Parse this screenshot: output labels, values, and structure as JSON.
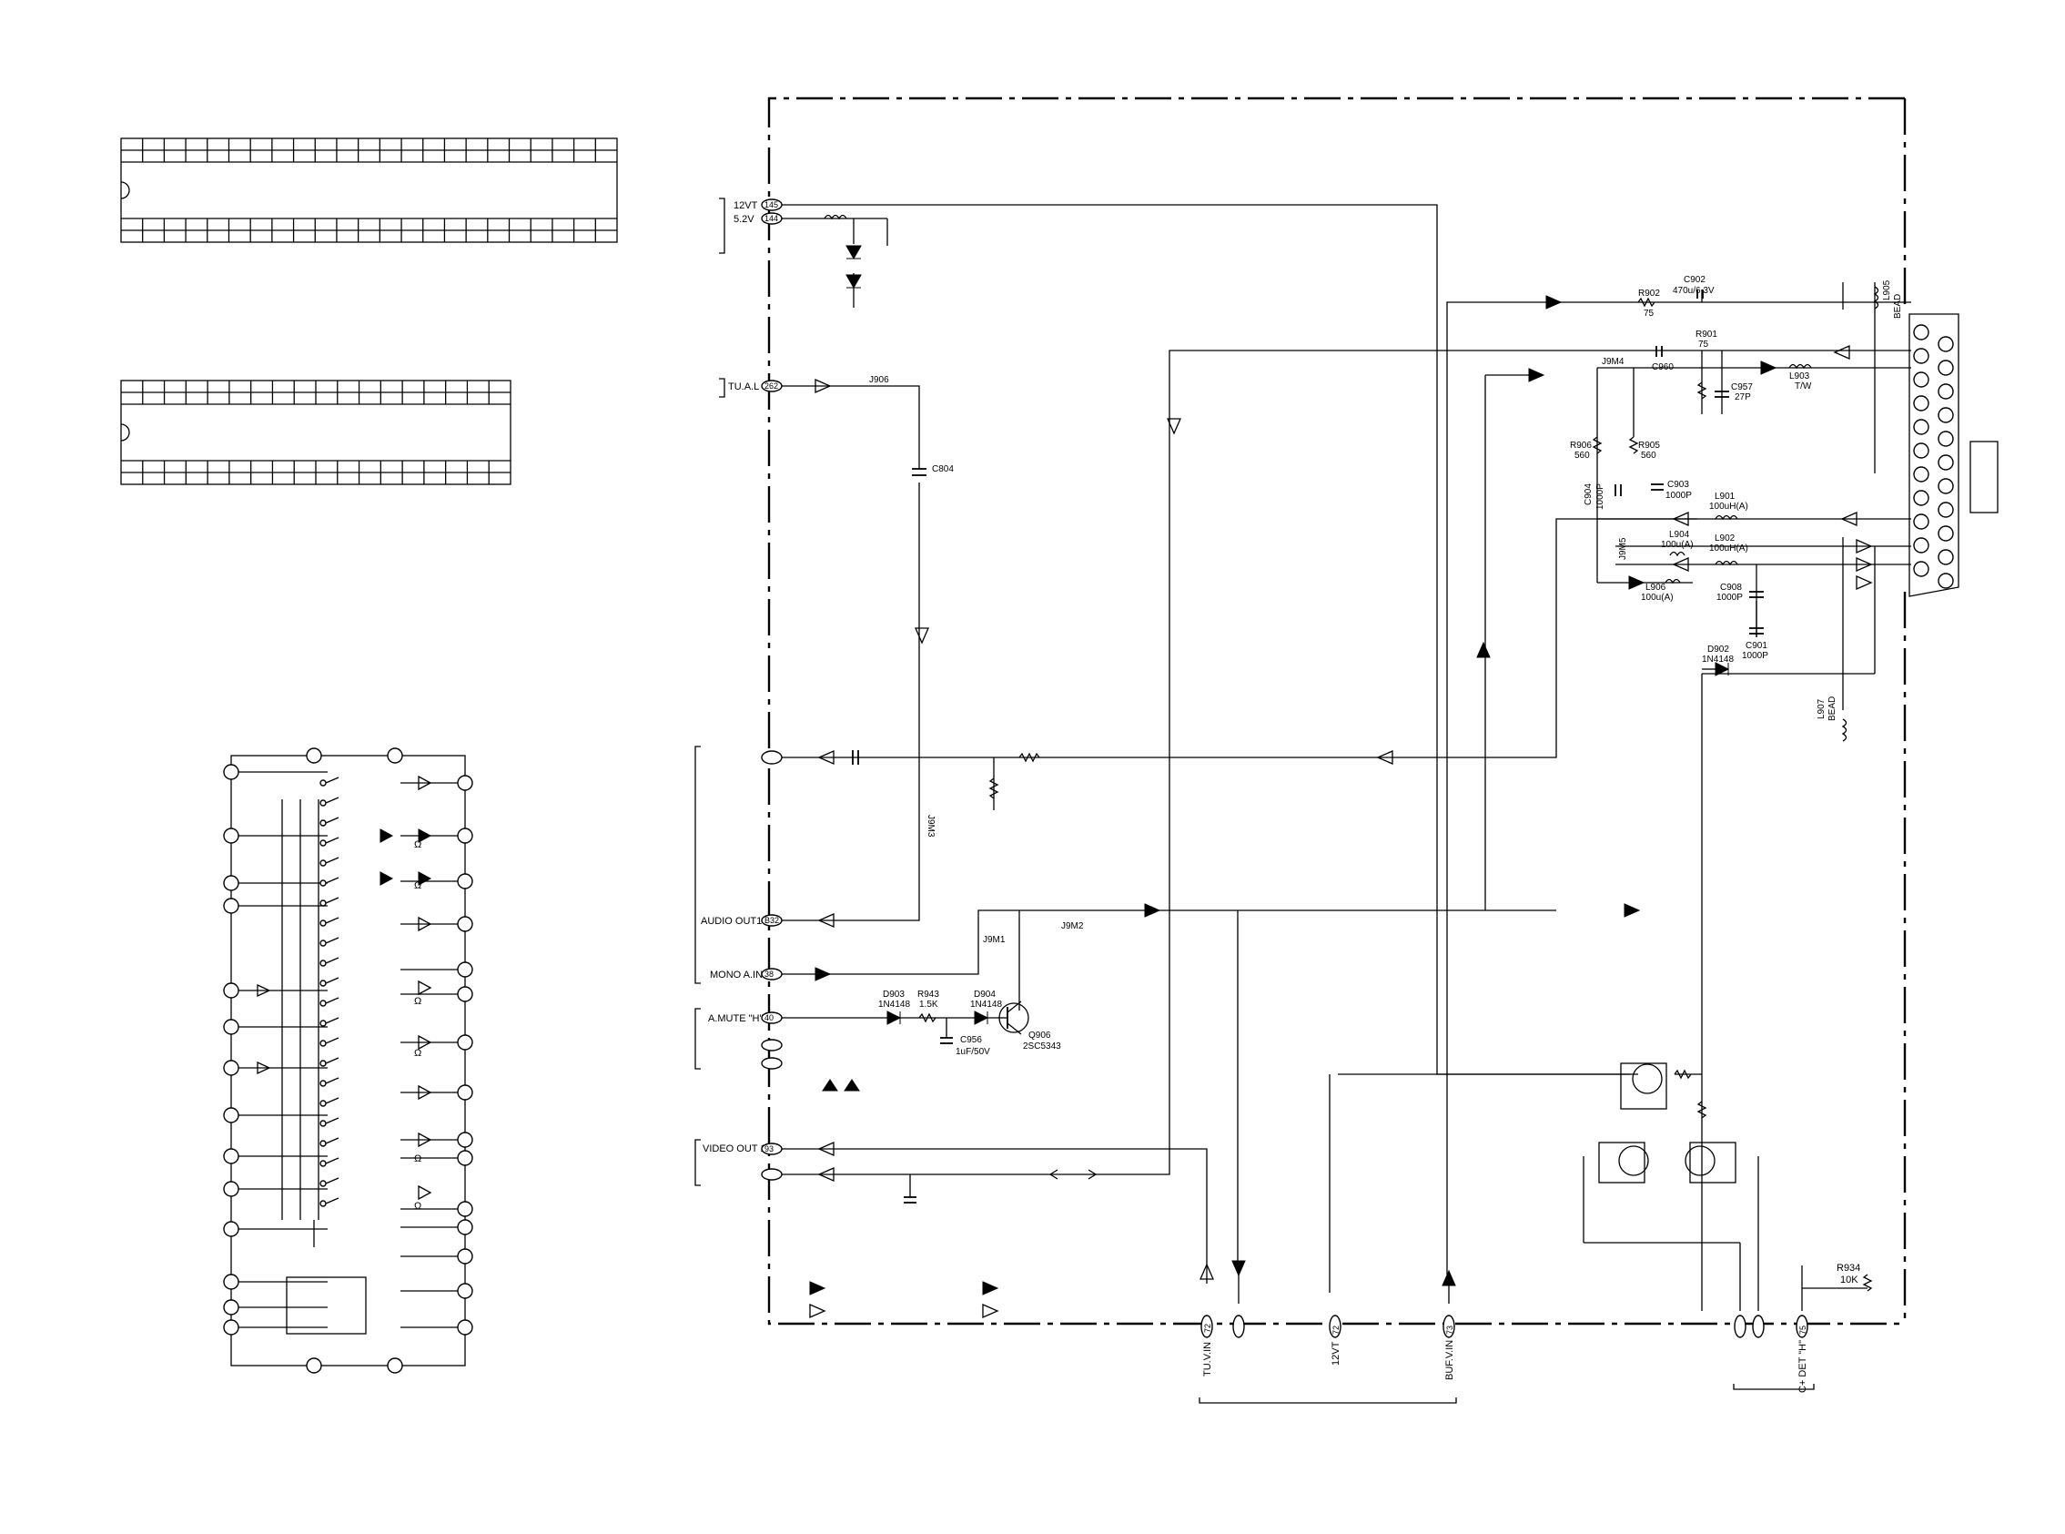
{
  "colors": {
    "ink": "#000000",
    "background": "#ffffff"
  },
  "left_connector_labels": {
    "12vt": "12VT",
    "12vt_pin": "145",
    "5v2": "5.2V",
    "5v2_pin": "144",
    "tu_al": "TU.A.L",
    "tu_al_pin": "262",
    "audio_out1": "AUDIO OUT1",
    "audio_out1_pin": "B32",
    "mono_ain": "MONO A.IN",
    "mono_ain_pin": "38",
    "amute": "A.MUTE \"H\"",
    "amute_pin": "40",
    "video_out1": "VIDEO OUT 1",
    "video_out1_pin": "93"
  },
  "bottom_connector_labels": {
    "tu_vin": "TU.V.IN",
    "tu_vin_pin": "72",
    "12vt": "12VT",
    "12vt_pin": "72",
    "buf_vin": "BUF.V.IN",
    "buf_vin_pin": "73",
    "c_det": "C+ DET \"H\"",
    "c_det_pin": "75"
  },
  "components": {
    "j906": "J906",
    "c804": "C804",
    "j9m3": "J9M3",
    "j9m1": "J9M1",
    "j9m2": "J9M2",
    "d903": "D903",
    "d903_val": "1N4148",
    "r943": "R943",
    "r943_val": "1.5K",
    "d904": "D904",
    "d904_val": "1N4148",
    "c956": "C956",
    "c956_val": "1uF/50V",
    "q906": "Q906",
    "q906_val": "2SC5343",
    "r902": "R902",
    "r902_val": "75",
    "c902": "C902",
    "c902_val": "470u/6.3V",
    "r901": "R901",
    "r901_val": "75",
    "j9m4": "J9M4",
    "c960": "C960",
    "c957": "C957",
    "c957_val": "27P",
    "l903": "L903",
    "l903_val": "T/W",
    "l905": "L905",
    "l905_val": "BEAD",
    "r906": "R906",
    "r906_val": "560",
    "r905": "R905",
    "r905_val": "560",
    "c904": "C904",
    "c904_val": "1000P",
    "c903": "C903",
    "c903_val": "1000P",
    "l901": "L901",
    "l901_val": "100uH(A)",
    "j9m5": "J9M5",
    "l904": "L904",
    "l904_val": "100u(A)",
    "l902": "L902",
    "l902_val": "100uH(A)",
    "l906": "L906",
    "l906_val": "100u(A)",
    "c908": "C908",
    "c908_val": "1000P",
    "c901": "C901",
    "c901_val": "1000P",
    "d902": "D902",
    "d902_val": "1N4148",
    "l907": "L907",
    "l907_val": "BEAD",
    "r934": "R934",
    "r934_val": "10K"
  },
  "ic_symbols": {
    "omega": "Ω"
  }
}
